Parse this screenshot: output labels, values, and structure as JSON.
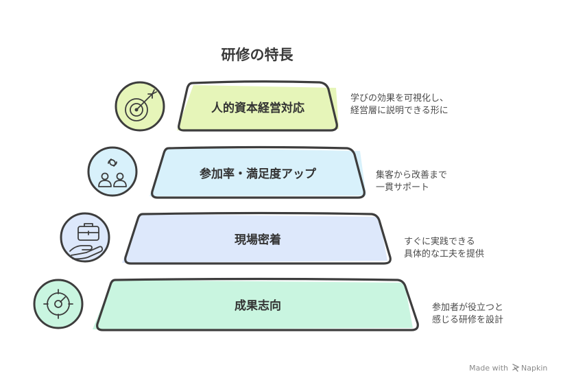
{
  "title": "研修の特長",
  "levels": [
    {
      "label": "人的資本経営対応",
      "desc_lines": [
        "学びの効果を可視化し、",
        "経営層に説明できる形に"
      ],
      "icon": "target-arrow-icon",
      "color": "#e6f5b9"
    },
    {
      "label": "参加率・満足度アップ",
      "desc_lines": [
        "集客から改善まで",
        "一貫サポート"
      ],
      "icon": "people-cycle-icon",
      "color": "#d8f1fb"
    },
    {
      "label": "現場密着",
      "desc_lines": [
        "すぐに実践できる",
        "具体的な工夫を提供"
      ],
      "icon": "hand-briefcase-icon",
      "color": "#dde8fb"
    },
    {
      "label": "成果志向",
      "desc_lines": [
        "参加者が役立つと",
        "感じる研修を設計"
      ],
      "icon": "crosshair-target-icon",
      "color": "#c9f5e0"
    }
  ],
  "footer": {
    "made_with": "Made with",
    "brand": "Napkin"
  }
}
